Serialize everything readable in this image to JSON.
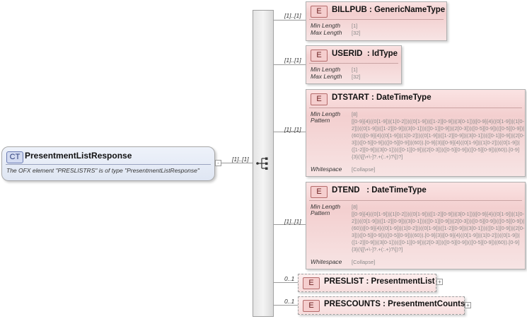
{
  "complex_type": {
    "badge": "CT",
    "name": "PresentmentListResponse",
    "description": "The OFX element \"PRESLISTRS\" is of type \"PresentmentListResponse\"",
    "multiplicity": "[1]..[1]"
  },
  "elements": [
    {
      "badge": "E",
      "name": "BILLPUB",
      "type": ": GenericNameType",
      "multiplicity": "[1]..[1]",
      "facets": [
        {
          "label": "Min Length",
          "value": "[1]"
        },
        {
          "label": "Max Length",
          "value": "[32]"
        }
      ]
    },
    {
      "badge": "E",
      "name": "USERID",
      "type": ": IdType",
      "multiplicity": "[1]..[1]",
      "facets": [
        {
          "label": "Min Length",
          "value": "[1]"
        },
        {
          "label": "Max Length",
          "value": "[32]"
        }
      ]
    },
    {
      "badge": "E",
      "name": "DTSTART",
      "type": ": DateTimeType",
      "multiplicity": "[1]..[1]",
      "min_length_label": "Min Length",
      "min_length": "[8]",
      "pattern_label": "Pattern",
      "pattern": "[[0-9]{4}((0[1-9])|(1[0-2]))((0[1-9])|([1-2][0-9])|(3[0-1]))|[0-9]{4}((0[1-9])|(1[0-2]))((0[1-9])|([1-2][0-9])|(3[0-1]))(([0-1][0-9])|(2[0-3]))([0-5][0-9])(([0-5][0-9])|(60))|[0-9]{4}((0[1-9])|(1[0-2]))((0[1-9])|([1-2][0-9])|(3[0-1]))(([0-1][0-9])|(2[0-3]))([0-5][0-9])(([0-5][0-9])|(60)).[0-9]{3}|[0-9]{4}((0[1-9])|(1[0-2]))((0[1-9])|([1-2][0-9])|(3[0-1]))(([0-1][0-9])|(2[0-3]))([0-5][0-9])(([0-5][0-9])|(60)).[0-9]{3}(\\[[\\+\\-]?.+(:.+)?\\])?]",
      "whitespace_label": "Whitespace",
      "whitespace": "[Collapse]"
    },
    {
      "badge": "E",
      "name": "DTEND",
      "type": ": DateTimeType",
      "multiplicity": "[1]..[1]",
      "min_length_label": "Min Length",
      "min_length": "[8]",
      "pattern_label": "Pattern",
      "pattern": "[[0-9]{4}((0[1-9])|(1[0-2]))((0[1-9])|([1-2][0-9])|(3[0-1]))|[0-9]{4}((0[1-9])|(1[0-2]))((0[1-9])|([1-2][0-9])|(3[0-1]))(([0-1][0-9])|(2[0-3]))([0-5][0-9])(([0-5][0-9])|(60))|[0-9]{4}((0[1-9])|(1[0-2]))((0[1-9])|([1-2][0-9])|(3[0-1]))(([0-1][0-9])|(2[0-3]))([0-5][0-9])(([0-5][0-9])|(60)).[0-9]{3}|[0-9]{4}((0[1-9])|(1[0-2]))((0[1-9])|([1-2][0-9])|(3[0-1]))(([0-1][0-9])|(2[0-3]))([0-5][0-9])(([0-5][0-9])|(60)).[0-9]{3}(\\[[\\+\\-]?.+(:.+)?\\])?]",
      "whitespace_label": "Whitespace",
      "whitespace": "[Collapse]"
    },
    {
      "badge": "E",
      "name": "PRESLIST",
      "type": ": PresentmentList",
      "multiplicity": "0..1",
      "expand": "+"
    },
    {
      "badge": "E",
      "name": "PRESCOUNTS",
      "type": ": PresentmentCounts",
      "multiplicity": "0..1",
      "expand": "+"
    }
  ],
  "collapse_symbol": "-"
}
